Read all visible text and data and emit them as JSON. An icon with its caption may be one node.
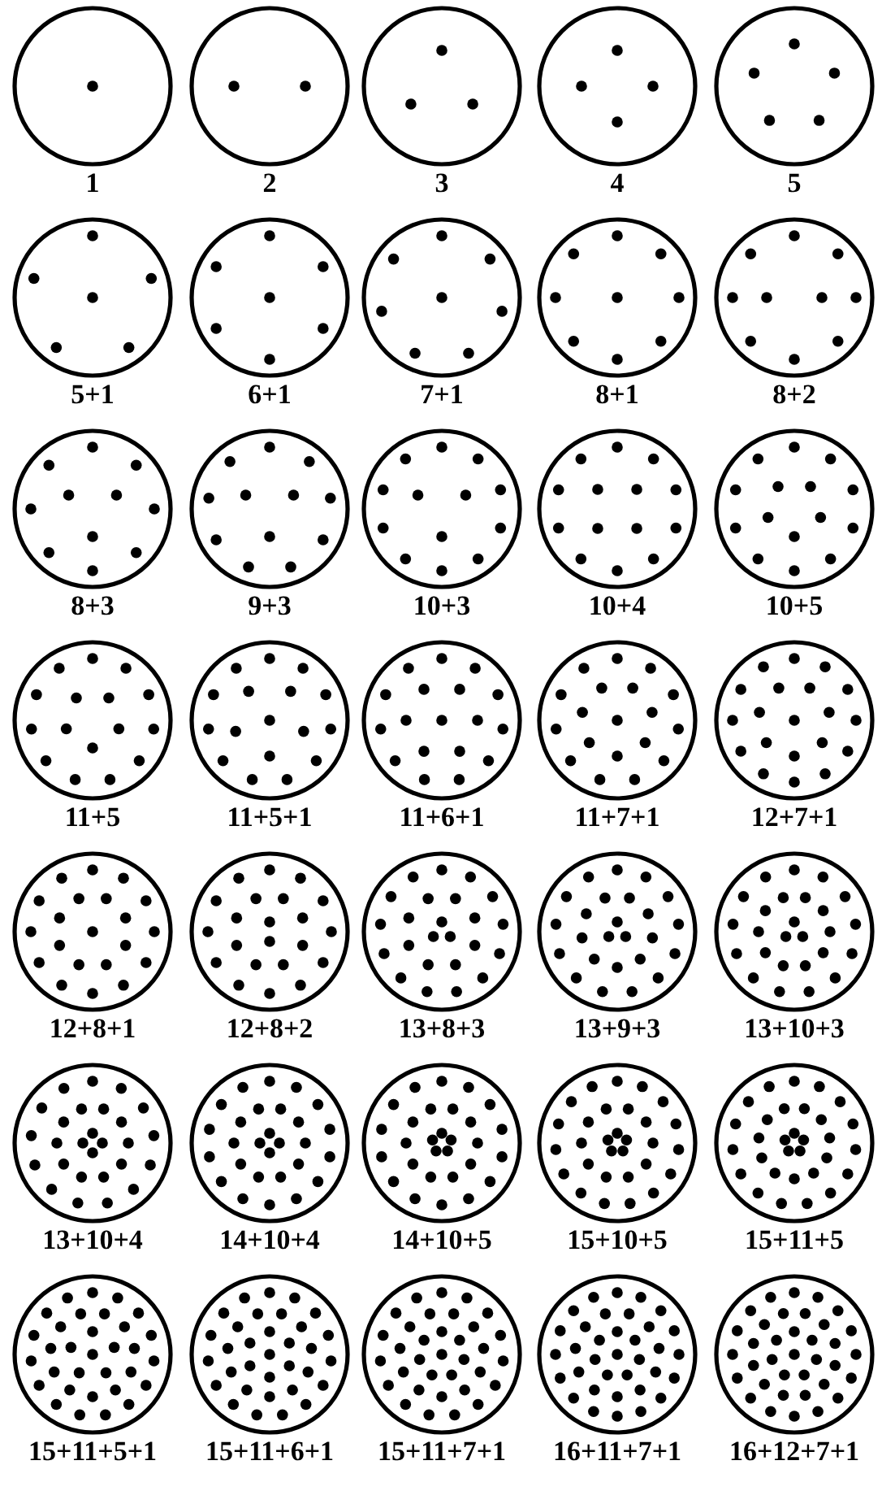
{
  "diagram": {
    "nodes": [
      {
        "text": [
          "1"
        ]
      },
      {
        "text": [
          "2"
        ]
      },
      {
        "text": [
          "3"
        ]
      },
      {
        "text": [
          "4"
        ]
      },
      {
        "text": [
          "5"
        ]
      },
      {
        "text": [
          "5+1"
        ]
      },
      {
        "text": [
          "6+1"
        ]
      },
      {
        "text": [
          "7+1"
        ]
      },
      {
        "text": [
          "8+1"
        ]
      },
      {
        "text": [
          "8+2"
        ]
      },
      {
        "text": [
          "8+3"
        ]
      },
      {
        "text": [
          "9+3"
        ]
      },
      {
        "text": [
          "10+3"
        ]
      },
      {
        "text": [
          "10+4"
        ]
      },
      {
        "text": [
          "10+5"
        ]
      },
      {
        "text": [
          "11+5"
        ]
      },
      {
        "text": [
          "11+5+1"
        ]
      },
      {
        "text": [
          "11+6+1"
        ]
      },
      {
        "text": [
          "11+7+1"
        ]
      },
      {
        "text": [
          "12+7+1"
        ]
      },
      {
        "text": [
          "12+8+1"
        ]
      },
      {
        "text": [
          "12+8+2"
        ]
      },
      {
        "text": [
          "13+8+3"
        ]
      },
      {
        "text": [
          "13+9+3"
        ]
      },
      {
        "text": [
          "13+10+3"
        ]
      },
      {
        "text": [
          "13+10+4"
        ]
      },
      {
        "text": [
          "14+10+4"
        ]
      },
      {
        "text": [
          "14+10+5"
        ]
      },
      {
        "text": [
          "15+10+5"
        ]
      },
      {
        "text": [
          "15+11+5"
        ]
      },
      {
        "text": [
          "15+11+5+1"
        ]
      },
      {
        "text": [
          "15+11+6+1"
        ]
      },
      {
        "text": [
          "15+11+7+1"
        ]
      },
      {
        "text": [
          "16+11+7+1"
        ]
      },
      {
        "text": [
          "16+12+7+1"
        ]
      }
    ]
  }
}
